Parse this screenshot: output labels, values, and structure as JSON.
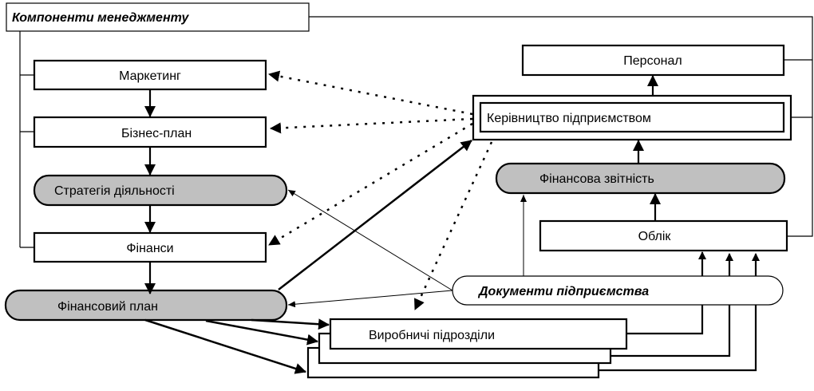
{
  "diagram": {
    "title": "Компоненти менеджменту",
    "nodes": {
      "marketing": {
        "label": "Маркетинг",
        "shape": "rectangle",
        "fill": "#ffffff"
      },
      "business_plan": {
        "label": "Бізнес-план",
        "shape": "rectangle",
        "fill": "#ffffff"
      },
      "strategy": {
        "label": "Стратегія діяльності",
        "shape": "rounded",
        "fill": "#c0c0c0"
      },
      "finance": {
        "label": "Фінанси",
        "shape": "rectangle",
        "fill": "#ffffff"
      },
      "financial_plan": {
        "label": "Фінансовий план",
        "shape": "rounded",
        "fill": "#c0c0c0"
      },
      "personnel": {
        "label": "Персонал",
        "shape": "rectangle",
        "fill": "#ffffff"
      },
      "management": {
        "label": "Керівництво підприємством",
        "shape": "double-rectangle",
        "fill": "#ffffff"
      },
      "financial_reporting": {
        "label": "Фінансова звітність",
        "shape": "rounded",
        "fill": "#c0c0c0"
      },
      "accounting": {
        "label": "Облік",
        "shape": "rectangle",
        "fill": "#ffffff"
      },
      "documents": {
        "label": "Документи підприємства",
        "shape": "rounded",
        "fill": "#ffffff"
      },
      "production_units": {
        "label": "Виробничі підрозділи",
        "shape": "stacked-rectangles",
        "fill": "#ffffff"
      }
    },
    "edges": [
      {
        "from": "marketing",
        "to": "business_plan",
        "style": "solid-thick"
      },
      {
        "from": "business_plan",
        "to": "strategy",
        "style": "solid-thick"
      },
      {
        "from": "strategy",
        "to": "finance",
        "style": "solid-thick"
      },
      {
        "from": "finance",
        "to": "financial_plan",
        "style": "solid-thick"
      },
      {
        "from": "financial_plan",
        "to": "management",
        "style": "solid-thick"
      },
      {
        "from": "financial_plan",
        "to": "production_units",
        "style": "solid-thick",
        "count": 3
      },
      {
        "from": "management",
        "to": "marketing",
        "style": "dotted"
      },
      {
        "from": "management",
        "to": "business_plan",
        "style": "dotted"
      },
      {
        "from": "management",
        "to": "finance",
        "style": "dotted"
      },
      {
        "from": "management",
        "to": "production_units",
        "style": "dotted"
      },
      {
        "from": "management",
        "to": "personnel",
        "style": "solid-thick"
      },
      {
        "from": "financial_reporting",
        "to": "management",
        "style": "solid-thick"
      },
      {
        "from": "accounting",
        "to": "financial_reporting",
        "style": "solid-thick"
      },
      {
        "from": "documents",
        "to": "financial_reporting",
        "style": "solid-thin"
      },
      {
        "from": "documents",
        "to": "strategy",
        "style": "solid-thin"
      },
      {
        "from": "documents",
        "to": "financial_plan",
        "style": "solid-thin"
      },
      {
        "from": "production_units",
        "to": "accounting",
        "style": "solid-thick",
        "count": 3
      }
    ],
    "colors": {
      "stroke": "#000000",
      "gray_fill": "#c0c0c0",
      "background": "#ffffff"
    }
  }
}
